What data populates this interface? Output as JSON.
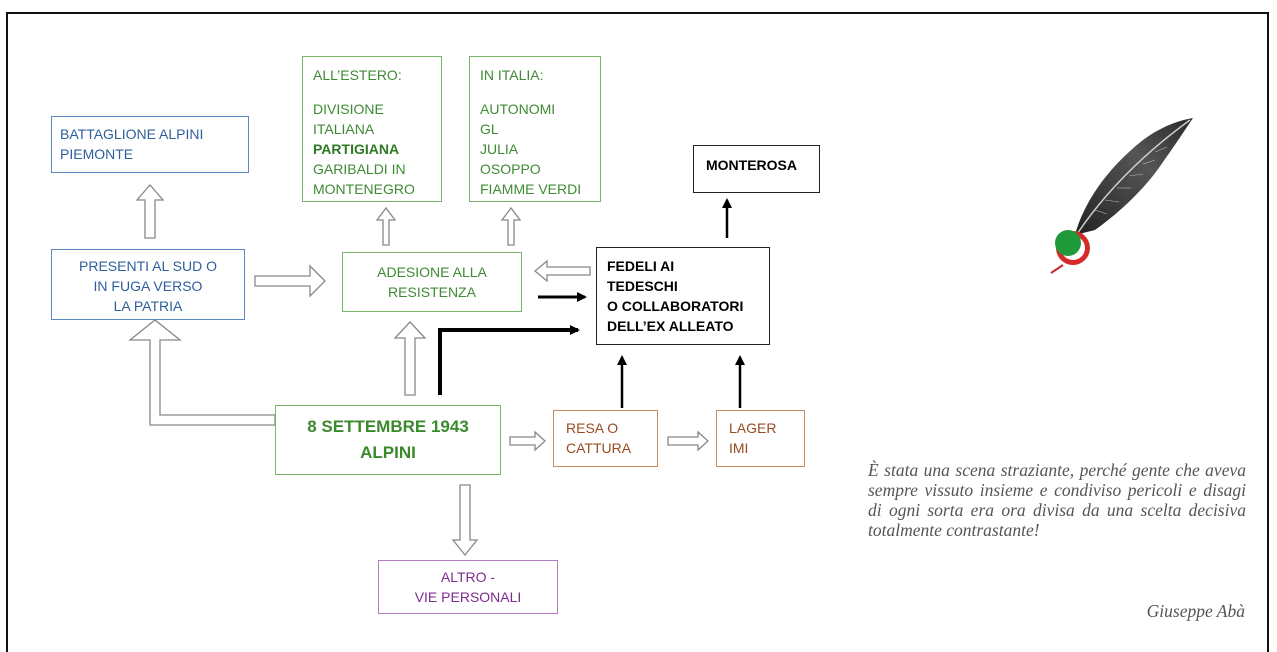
{
  "boxes": {
    "battaglione": [
      "BATTAGLIONE ALPINI",
      "PIEMONTE"
    ],
    "estero_heading": "ALL’ESTERO:",
    "estero_lines": [
      "DIVISIONE",
      "ITALIANA"
    ],
    "estero_bold": "PARTIGIANA",
    "estero_rest": [
      "GARIBALDI IN",
      "MONTENEGRO"
    ],
    "italia_heading": "IN ITALIA:",
    "italia_lines": [
      "AUTONOMI",
      "GL",
      "JULIA",
      "OSOPPO",
      "FIAMME VERDI"
    ],
    "monterosa": "MONTEROSA",
    "presenti": [
      "PRESENTI AL SUD O",
      "IN FUGA VERSO",
      "LA PATRIA"
    ],
    "adesione": [
      "ADESIONE ALLA",
      "RESISTENZA"
    ],
    "fedeli": [
      "FEDELI AI",
      "TEDESCHI",
      "O COLLABORATORI",
      "DELL’EX ALLEATO"
    ],
    "settembre": [
      "8 SETTEMBRE 1943",
      "ALPINI"
    ],
    "resa": [
      "RESA O",
      "CATTURA"
    ],
    "lager": [
      "LAGER",
      "IMI"
    ],
    "altro": [
      "ALTRO -",
      "VIE PERSONALI"
    ]
  },
  "quote": {
    "text": "È stata una scena straziante, perché gente che aveva sempre vissuto insieme e condiviso pericoli e disagi di ogni sorta era ora divisa da una scelta decisiva totalmente contrastante!",
    "author": "Giuseppe Abà"
  },
  "colors": {
    "blue": "#2f5f9a",
    "green": "#3f8a34",
    "brown": "#9a4a22",
    "purple": "#7d2c8e",
    "flag_green": "#1f9a3a",
    "flag_red": "#d42a2a"
  },
  "icons": [
    "alpine-feather-icon"
  ]
}
